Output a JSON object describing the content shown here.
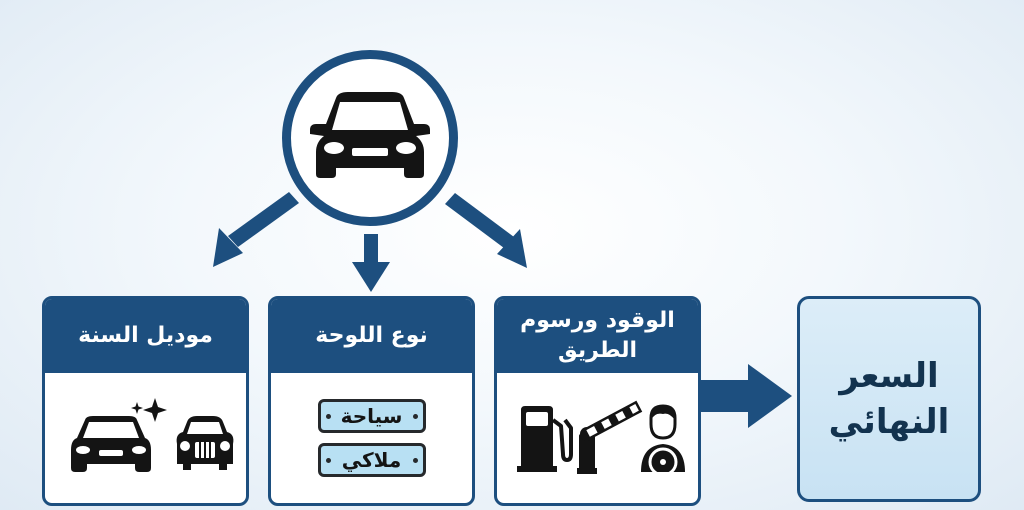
{
  "colors": {
    "primary": "#1d4f7f",
    "plate_fill": "#b8e0f3",
    "final_fill": "#c8e2f3",
    "icon": "#141414"
  },
  "center_icon": "car-front-icon",
  "cards": [
    {
      "title": "موديل السنة",
      "icons": [
        "new-car-icon",
        "sparkle-icon",
        "vintage-car-icon"
      ]
    },
    {
      "title": "نوع اللوحة",
      "plates": [
        "سياحة",
        "ملاكي"
      ]
    },
    {
      "title": "الوقود ورسوم الطريق",
      "icons": [
        "fuel-pump-icon",
        "toll-gate-icon",
        "driver-icon"
      ]
    }
  ],
  "final": {
    "title": "السعر النهائي"
  }
}
